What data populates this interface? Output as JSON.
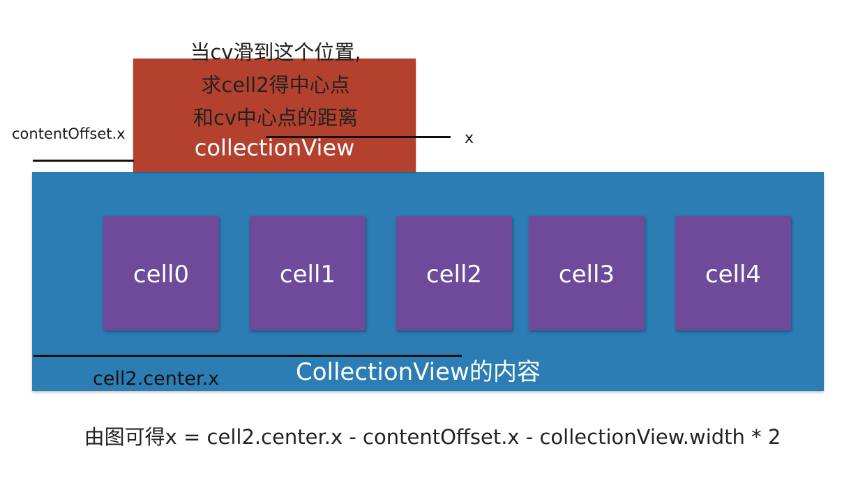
{
  "question": {
    "line1": "当cv滑到这个位置,",
    "line2": "求cell2得中心点",
    "line3": "和cv中心点的距离"
  },
  "collection_view_label": "collectionView",
  "content_offset_label": "contentOffset.x",
  "x_label": "x",
  "cells": [
    "cell0",
    "cell1",
    "cell2",
    "cell3",
    "cell4"
  ],
  "cell_center_label": "cell2.center.x",
  "content_label": "CollectionView的内容",
  "formula": "由图可得x = cell2.center.x - contentOffset.x - collectionView.width * 2",
  "colors": {
    "content_area": "#2b7db4",
    "collection_view": "#b4412e",
    "cell": "#6f4a9b",
    "line": "#111111"
  }
}
